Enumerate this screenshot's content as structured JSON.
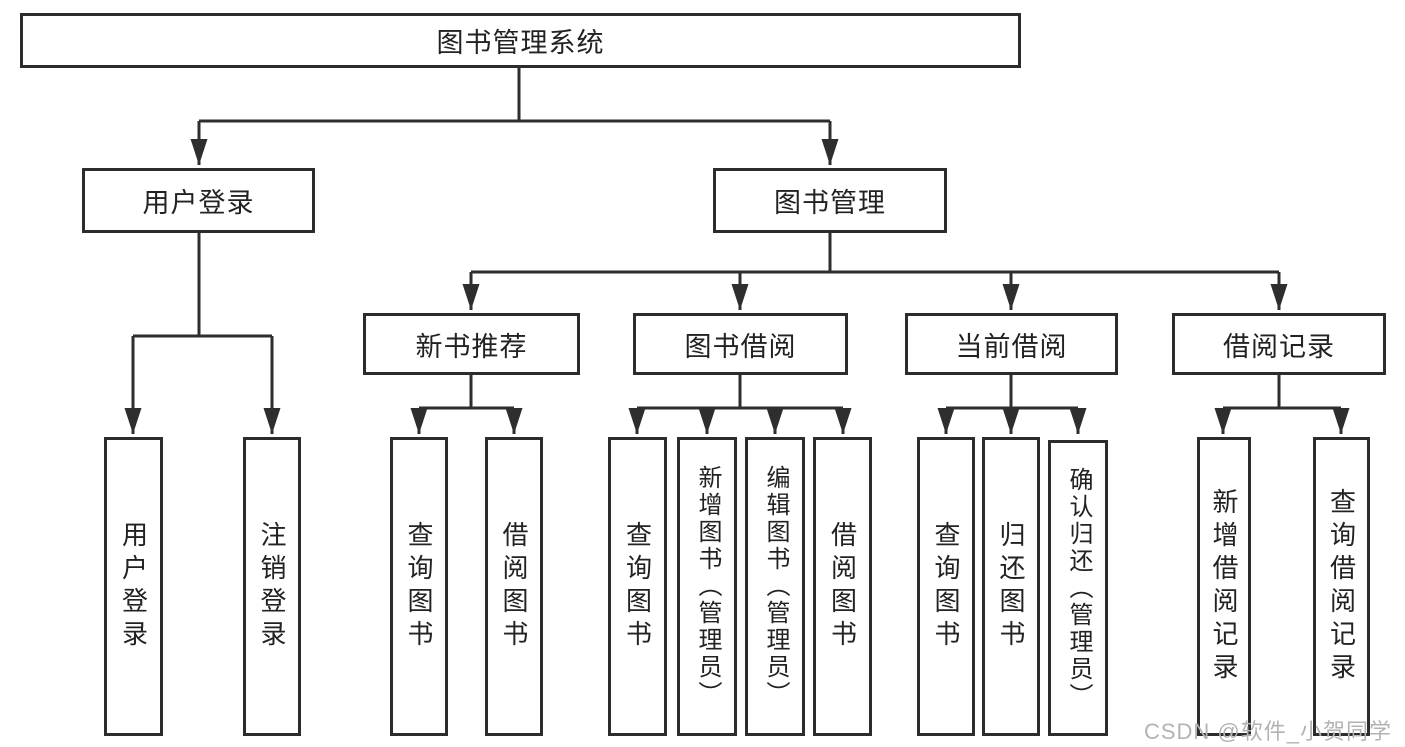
{
  "diagram_title": "图书管理系统",
  "watermark": "CSDN @软件_小贺同学",
  "colors": {
    "line": "#2e2e2e",
    "box_border": "#2c2c2c",
    "text": "#222222",
    "watermark": "#b3b3b3",
    "background": "#ffffff"
  },
  "nodes": {
    "root": {
      "label": "图书管理系统",
      "children": [
        "user_login",
        "book_management"
      ]
    },
    "user_login": {
      "label": "用户登录",
      "children": [
        "user_login_action",
        "logout_action"
      ]
    },
    "book_management": {
      "label": "图书管理",
      "children": [
        "new_book_recommend",
        "book_borrowing",
        "current_borrowing",
        "borrowing_records"
      ]
    },
    "user_login_action": {
      "label": "用户登录"
    },
    "logout_action": {
      "label": "注销登录"
    },
    "new_book_recommend": {
      "label": "新书推荐",
      "children": [
        "nbr_query_books",
        "nbr_borrow_books"
      ]
    },
    "nbr_query_books": {
      "label": "查询图书"
    },
    "nbr_borrow_books": {
      "label": "借阅图书"
    },
    "book_borrowing": {
      "label": "图书借阅",
      "children": [
        "bb_query_books",
        "bb_add_books",
        "bb_edit_books",
        "bb_borrow_books"
      ]
    },
    "bb_query_books": {
      "label": "查询图书"
    },
    "bb_add_books": {
      "label": "新增图书（管理员）"
    },
    "bb_edit_books": {
      "label": "编辑图书（管理员）"
    },
    "bb_borrow_books": {
      "label": "借阅图书"
    },
    "current_borrowing": {
      "label": "当前借阅",
      "children": [
        "cb_query_books",
        "cb_return_books",
        "cb_confirm_return"
      ]
    },
    "cb_query_books": {
      "label": "查询图书"
    },
    "cb_return_books": {
      "label": "归还图书"
    },
    "cb_confirm_return": {
      "label": "确认归还（管理员）"
    },
    "borrowing_records": {
      "label": "借阅记录",
      "children": [
        "br_add_record",
        "br_query_record"
      ]
    },
    "br_add_record": {
      "label": "新增借阅记录"
    },
    "br_query_record": {
      "label": "查询借阅记录"
    }
  }
}
